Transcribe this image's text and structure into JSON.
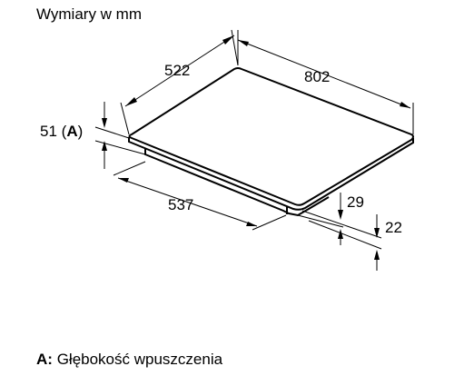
{
  "title": "Wymiary w mm",
  "dimensions": {
    "width": "802",
    "depth": "522",
    "cutout_depth": "537",
    "depth_a_value": "51",
    "depth_a_letter": "A",
    "height_29": "29",
    "height_22": "22"
  },
  "footnote": {
    "key": "A:",
    "text": "Głębokość wpuszczenia"
  }
}
